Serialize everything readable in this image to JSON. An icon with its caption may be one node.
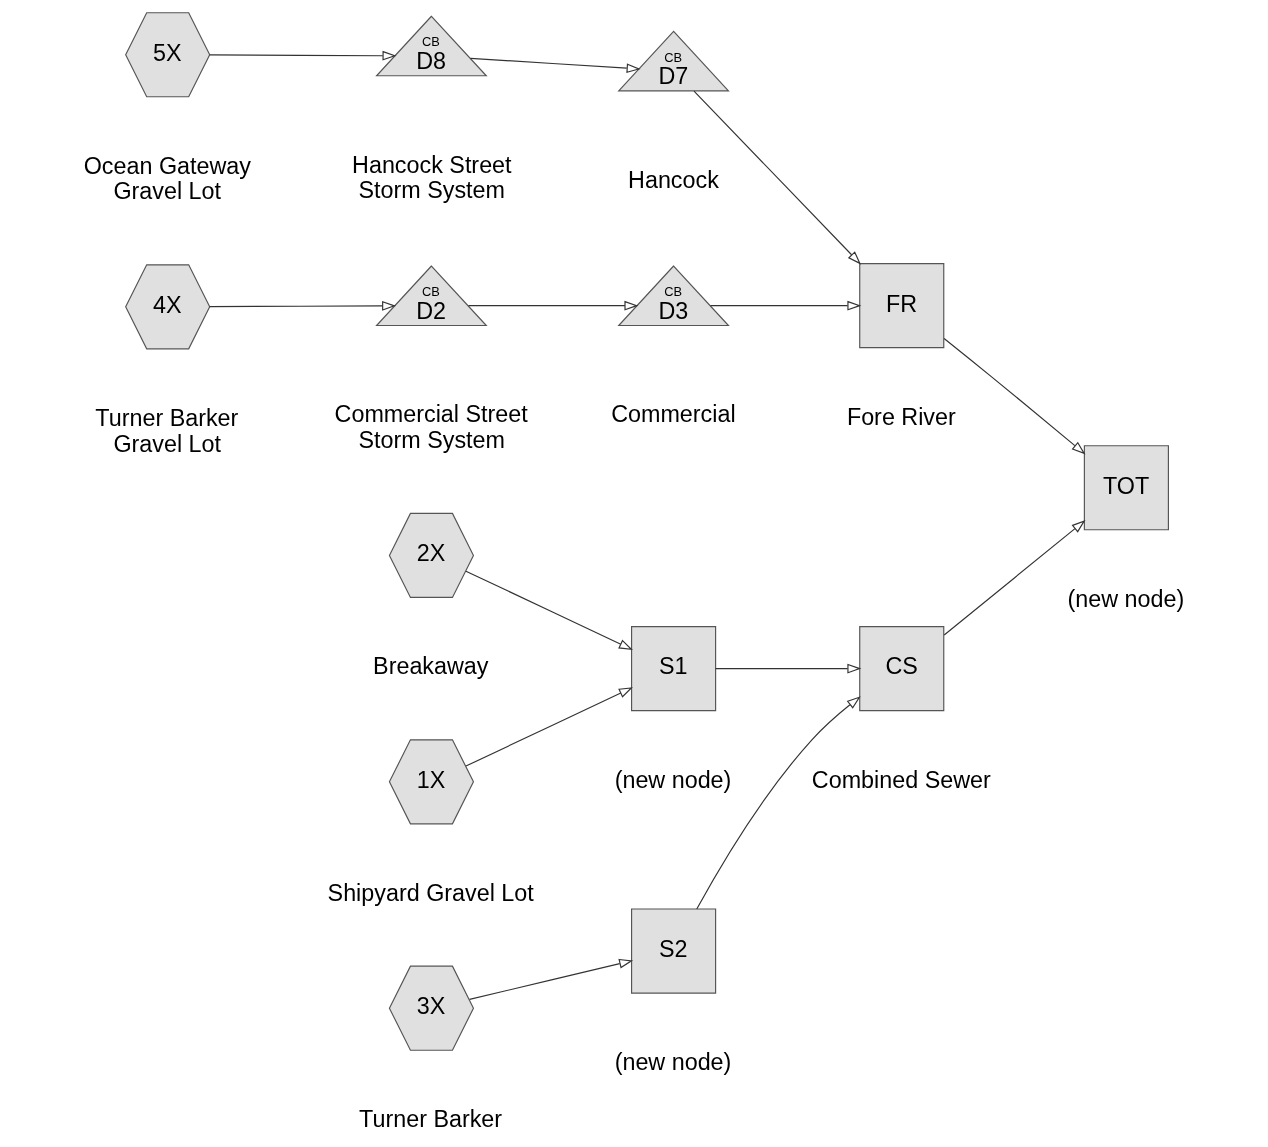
{
  "diagram": {
    "nodes": [
      {
        "text": [
          "2X"
        ],
        "beside": [
          "Breakaway"
        ]
      },
      {
        "text": [
          "1X"
        ],
        "beside": [
          "Shipyard Gravel Lot"
        ]
      },
      {
        "text": [
          "S1"
        ],
        "beside": [
          "(new node)"
        ]
      },
      {
        "text": [
          "3X"
        ],
        "beside": [
          "Turner Barker"
        ]
      },
      {
        "text": [
          "S2"
        ],
        "beside": [
          "(new node)"
        ]
      },
      {
        "text": [
          "5X"
        ],
        "beside": [
          "Ocean Gateway Gravel Lot"
        ]
      },
      {
        "text": [
          "CB",
          "D8"
        ],
        "beside": [
          "Hancock Street Storm System"
        ]
      },
      {
        "text": [
          "CB",
          "D7"
        ],
        "beside": [
          "Hancock"
        ]
      },
      {
        "text": [
          "4X"
        ],
        "beside": [
          "Turner Barker Gravel Lot"
        ]
      },
      {
        "text": [
          "CS"
        ],
        "beside": [
          "Combined Sewer"
        ]
      },
      {
        "text": [
          "CB",
          "D2"
        ],
        "beside": [
          "Commercial Street Storm System"
        ]
      },
      {
        "text": [
          "CB",
          "D3"
        ],
        "beside": [
          "Commercial"
        ]
      },
      {
        "text": [
          "FR"
        ],
        "beside": [
          "Fore River"
        ]
      },
      {
        "text": [
          "TOT"
        ],
        "beside": [
          "(new node)"
        ]
      }
    ],
    "edges": [
      {
        "from": 0,
        "to": 2,
        "arrow": "to"
      },
      {
        "from": 1,
        "to": 2,
        "arrow": "to"
      },
      {
        "from": 2,
        "to": 9,
        "arrow": "to"
      },
      {
        "from": 3,
        "to": 4,
        "arrow": "to"
      },
      {
        "from": 4,
        "to": 9,
        "arrow": "to"
      },
      {
        "from": 5,
        "to": 6,
        "arrow": "to"
      },
      {
        "from": 6,
        "to": 7,
        "arrow": "to"
      },
      {
        "from": 7,
        "to": 12,
        "arrow": "to"
      },
      {
        "from": 8,
        "to": 10,
        "arrow": "to"
      },
      {
        "from": 10,
        "to": 11,
        "arrow": "to"
      },
      {
        "from": 11,
        "to": 12,
        "arrow": "to"
      },
      {
        "from": 9,
        "to": 13,
        "arrow": "to"
      },
      {
        "from": 12,
        "to": 13,
        "arrow": "to"
      }
    ]
  }
}
